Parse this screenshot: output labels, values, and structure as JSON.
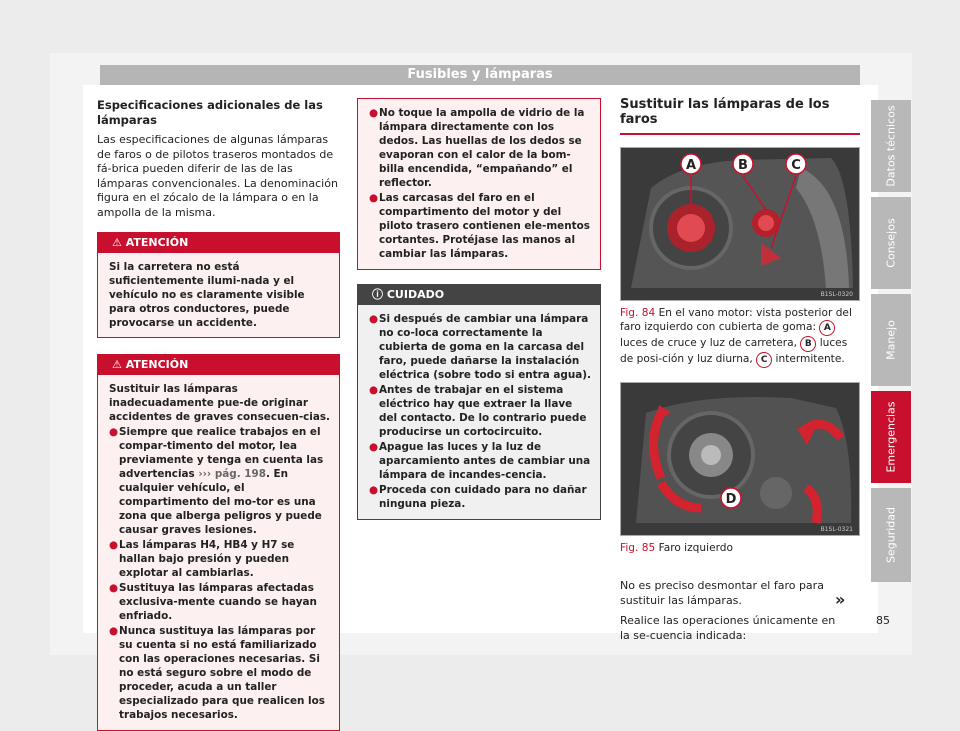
{
  "header": {
    "title": "Fusibles y lámparas"
  },
  "col1": {
    "heading": "Especificaciones adicionales de las lámparas",
    "intro": "Las especificaciones de algunas lámparas de faros o de pilotos traseros montados de fá-brica pueden diferir de las de las lámparas convencionales. La denominación figura en el zócalo de la lámpara o en la ampolla de la misma.",
    "warn1_title": "ATENCIÓN",
    "warn1_text": "Si la carretera no está suficientemente ilumi-nada y el vehículo no es claramente visible para otros conductores, puede provocarse un accidente.",
    "warn2_title": "ATENCIÓN",
    "warn2_intro": "Sustituir las lámparas inadecuadamente pue-de originar accidentes de graves consecuen-cias.",
    "warn2_b1a": "Siempre que realice trabajos en el compar-timento del motor, lea previamente y tenga en cuenta las advertencias",
    "warn2_b1ref": "››› pág. 198",
    "warn2_b1b": ". En cualquier vehículo, el compartimento del mo-tor es una zona que alberga peligros y puede causar graves lesiones.",
    "warn2_b2": "Las lámparas H4, HB4 y H7 se hallan bajo presión y pueden explotar al cambiarlas.",
    "warn2_b3": "Sustituya las lámparas afectadas exclusiva-mente cuando se hayan enfriado.",
    "warn2_b4": "Nunca sustituya las lámparas por su cuenta si no está familiarizado con las operaciones necesarias. Si no está seguro sobre el modo de proceder, acuda a un taller especializado para que realicen los trabajos necesarios."
  },
  "col2": {
    "b1": "No toque la ampolla de vidrio de la lámpara directamente con los dedos. Las huellas de los dedos se evaporan con el calor de la bom-billa encendida, “empañando” el reflector.",
    "b2": "Las carcasas del faro en el compartimento del motor y del piloto trasero contienen ele-mentos cortantes. Protéjase las manos al cambiar las lámparas.",
    "caut_title": "CUIDADO",
    "c1": "Si después de cambiar una lámpara no co-loca correctamente la cubierta de goma en la carcasa del faro, puede dañarse la instalación eléctrica (sobre todo si entra agua).",
    "c2": "Antes de trabajar en el sistema eléctrico hay que extraer la llave del contacto. De lo contrario puede producirse un cortocircuito.",
    "c3": "Apague las luces y la luz de aparcamiento antes de cambiar una lámpara de incandes-cencia.",
    "c4": "Proceda con cuidado para no dañar ninguna pieza."
  },
  "col3": {
    "heading": "Sustituir las lámparas de los faros",
    "fig84_code": "B1SL-0320",
    "fig84_num": "Fig. 84",
    "fig84_t1": "En el vano motor: vista posterior del faro izquierdo con cubierta de goma:",
    "fig84_A": "A",
    "fig84_t2": "luces de cruce y luz de carretera,",
    "fig84_B": "B",
    "fig84_t3": "luces de posi-ción y luz diurna,",
    "fig84_C": "C",
    "fig84_t4": "intermitente.",
    "fig85_code": "B1SL-0321",
    "fig85_num": "Fig. 85",
    "fig85_t": "Faro izquierdo",
    "fig85_D": "D",
    "p1": "No es preciso desmontar el faro para sustituir las lámparas.",
    "p2": "Realice las operaciones únicamente en la se-cuencia indicada:",
    "more": "»"
  },
  "tabs": [
    "Datos técnicos",
    "Consejos",
    "Manejo",
    "Emergencias",
    "Seguridad"
  ],
  "active_tab": "Emergencias",
  "page_number": "85",
  "colors": {
    "accent": "#c8102e",
    "tab": "#b8b8b8"
  }
}
